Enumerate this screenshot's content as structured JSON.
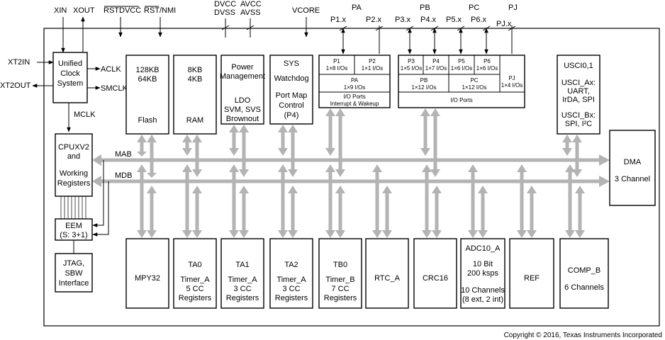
{
  "top_signals": {
    "xin": "XIN",
    "xout": "XOUT",
    "rstdvcc": "RSTDVCC",
    "rst_nmi": "RST/NMI",
    "dvcc": "DVCC",
    "dvss": "DVSS",
    "avcc": "AVCC",
    "avss": "AVSS",
    "vcore": "VCORE"
  },
  "left_signals": {
    "xt2in": "XT2IN",
    "xt2out": "XT2OUT",
    "aclk": "ACLK",
    "smclk": "SMCLK",
    "mclk": "MCLK"
  },
  "bus": {
    "mab": "MAB",
    "mdb": "MDB"
  },
  "ports": {
    "pa": "PA",
    "pb": "PB",
    "pc": "PC",
    "pj": "PJ",
    "p1x": "P1.x",
    "p2x": "P2.x",
    "p3x": "P3.x",
    "p4x": "P4.x",
    "p5x": "P5.x",
    "p6x": "P6.x",
    "pjx": "PJ.x",
    "p1": {
      "name": "P1",
      "ios": "1×8 I/Os"
    },
    "p2": {
      "name": "P2",
      "ios": "1×1 I/Os"
    },
    "pa_box": {
      "name": "PA",
      "ios": "1×9 I/Os"
    },
    "pa_footer": {
      "line1": "I/O Ports",
      "line2": "Interrupt & Wakeup"
    },
    "p3": {
      "name": "P3",
      "ios": "1×5 I/Os"
    },
    "p4": {
      "name": "P4",
      "ios": "1×7 I/Os"
    },
    "p5": {
      "name": "P5",
      "ios": "1×6 I/Os"
    },
    "p6": {
      "name": "P6",
      "ios": "1×6 I/Os"
    },
    "pb_box": {
      "name": "PB",
      "ios": "1×12 I/Os"
    },
    "pc_box": {
      "name": "PC",
      "ios": "1×12 I/Os"
    },
    "pj_box": {
      "name": "PJ",
      "ios": "1×4 I/Os"
    },
    "io_footer": "I/O Ports"
  },
  "blocks": {
    "ucs": {
      "l1": "Unified",
      "l2": "Clock",
      "l3": "System"
    },
    "flash": {
      "l1": "128KB",
      "l2": "64KB",
      "name": "Flash"
    },
    "ram": {
      "l1": "8KB",
      "l2": "4KB",
      "name": "RAM"
    },
    "pmm": {
      "l1": "Power",
      "l2": "Management",
      "l3": "LDO",
      "l4": "SVM, SVS",
      "l5": "Brownout"
    },
    "sys": {
      "l1": "SYS",
      "l2": "Watchdog",
      "l3": "Port Map",
      "l4": "Control",
      "l5": "(P4)"
    },
    "usci": {
      "l1": "USCI0,1",
      "l2": "USCI_Ax:",
      "l3": "UART,",
      "l4": "IrDA, SPI",
      "l5": "USCI_Bx:",
      "l6": "SPI, I²C"
    },
    "cpu": {
      "l1": "CPUXV2",
      "l2": "and",
      "l3": "Working",
      "l4": "Registers"
    },
    "eem": {
      "l1": "EEM",
      "l2": "(S: 3+1)"
    },
    "jtag": {
      "l1": "JTAG,",
      "l2": "SBW",
      "l3": "Interface"
    },
    "dma": {
      "l1": "DMA",
      "l2": "3 Channel"
    },
    "mpy": {
      "name": "MPY32"
    },
    "ta0": {
      "l1": "TA0",
      "l2": "Timer_A",
      "l3": "5 CC",
      "l4": "Registers"
    },
    "ta1": {
      "l1": "TA1",
      "l2": "Timer_A",
      "l3": "3 CC",
      "l4": "Registers"
    },
    "ta2": {
      "l1": "TA2",
      "l2": "Timer_A",
      "l3": "3 CC",
      "l4": "Registers"
    },
    "tb0": {
      "l1": "TB0",
      "l2": "Timer_B",
      "l3": "7 CC",
      "l4": "Registers"
    },
    "rtc": {
      "name": "RTC_A"
    },
    "crc": {
      "name": "CRC16"
    },
    "adc": {
      "l1": "ADC10_A",
      "l2": "10 Bit",
      "l3": "200 ksps",
      "l4": "10 Channels",
      "l5": "(8 ext, 2 int)"
    },
    "ref": {
      "name": "REF"
    },
    "comp": {
      "l1": "COMP_B",
      "l2": "6 Channels"
    }
  },
  "copyright": "Copyright © 2016, Texas Instruments Incorporated"
}
